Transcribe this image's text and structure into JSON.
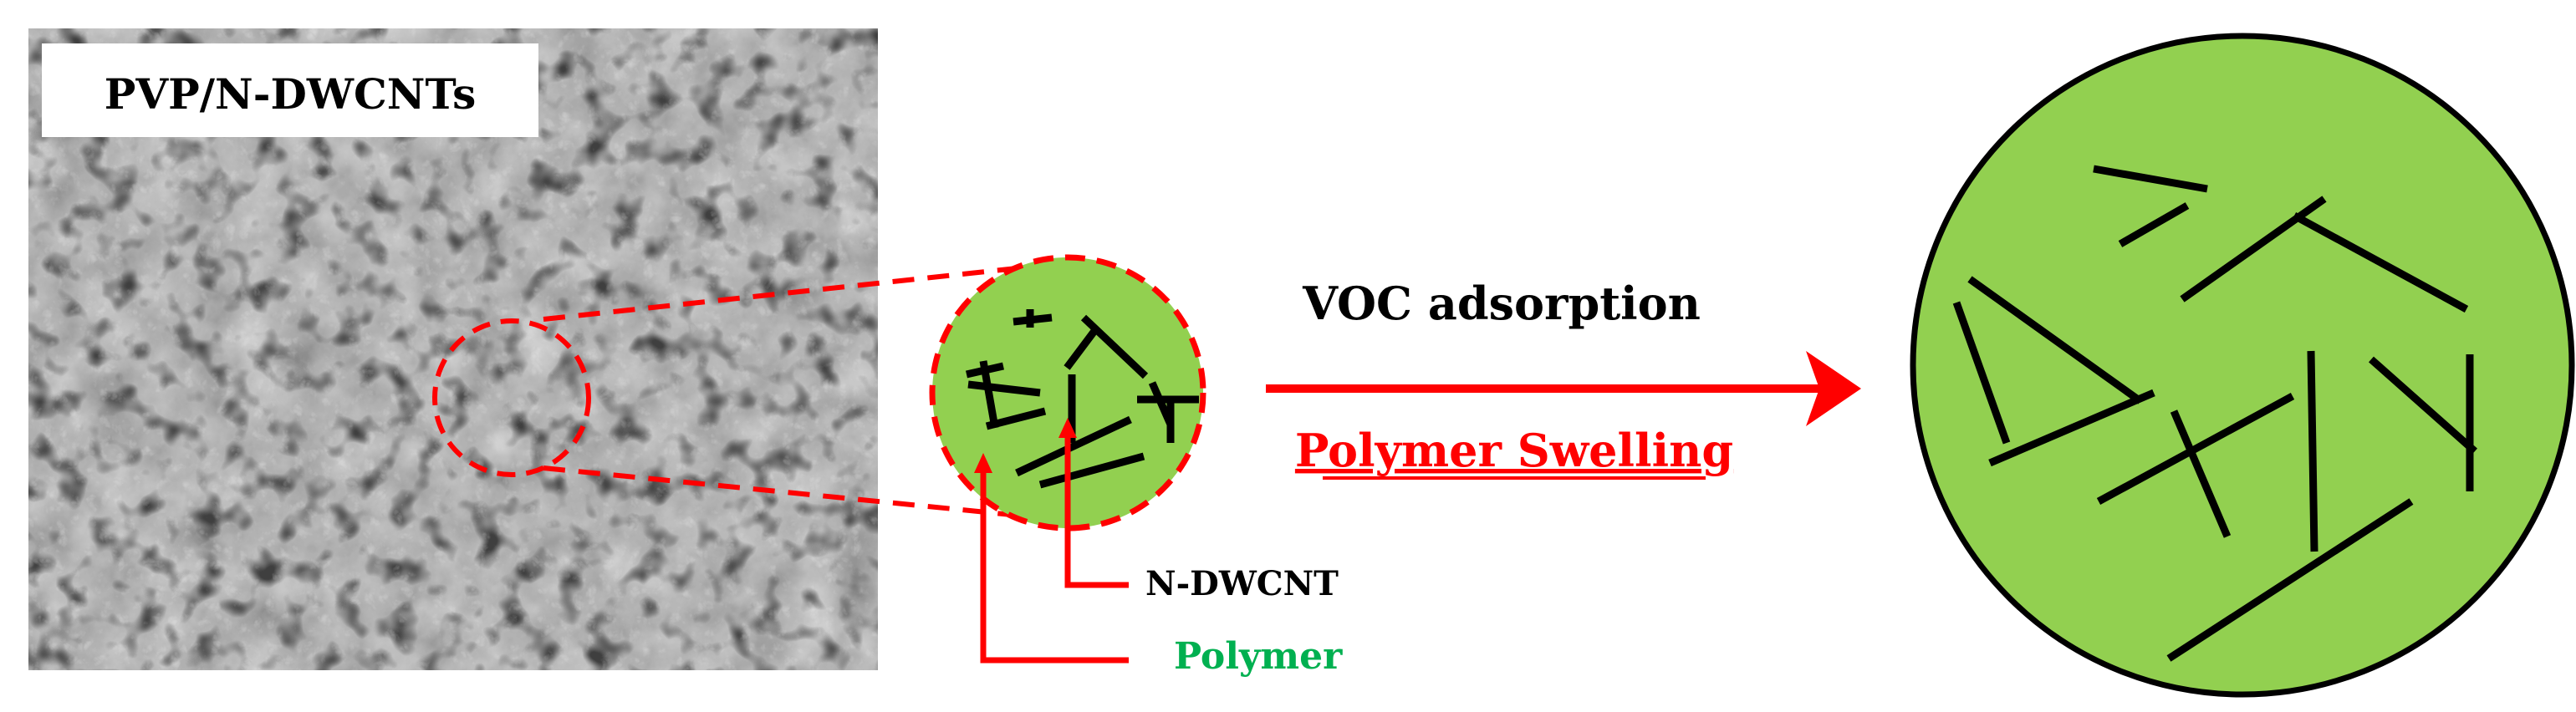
{
  "panel_label": "PVP/N-DWCNTs",
  "process_label": "VOC adsorption",
  "process_sublabel": "Polymer Swelling",
  "callout_nanotube": "N-DWCNT",
  "callout_polymer": "Polymer",
  "colors": {
    "polymer_fill": "#92d050",
    "highlight": "#ff0000",
    "arrow": "#ff0000",
    "polymer_text": "#00b050",
    "nanotube": "#000000",
    "sem_background": "#6d6d6d"
  },
  "elements": {
    "sem_image": "SEM micrograph of PVP/N-DWCNTs composite",
    "small_circle": "polymer matrix with N-DWCNTs",
    "large_circle": "swollen polymer matrix after VOC adsorption"
  }
}
